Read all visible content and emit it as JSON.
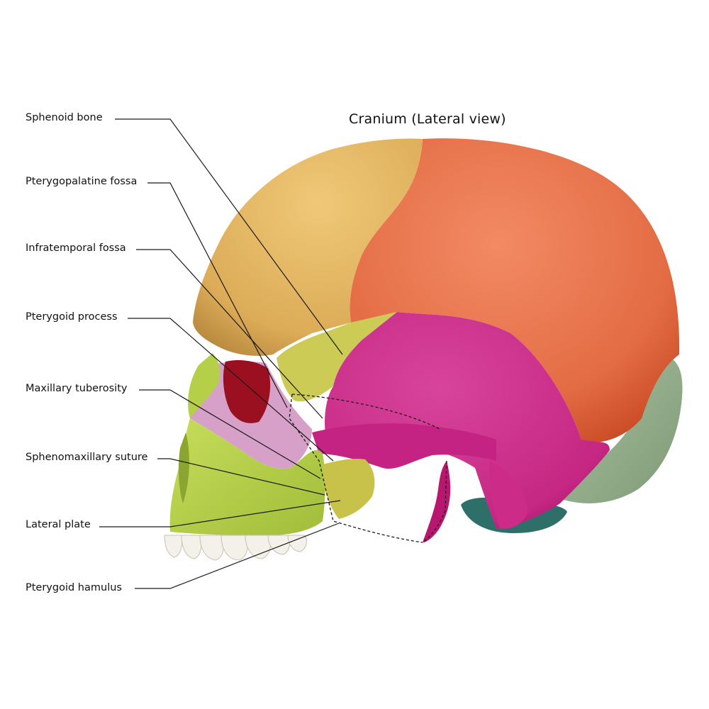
{
  "diagram": {
    "title": "Cranium (Lateral view)",
    "labels": [
      "Sphenoid bone",
      "Pterygopalatine fossa",
      "Infratemporal fossa",
      "Pterygoid process",
      "Maxillary tuberosity",
      "Sphenomaxillary suture",
      "Lateral plate",
      "Pterygoid hamulus"
    ]
  },
  "colors": {
    "parietal": "#e8774f",
    "frontal": "#e5b661",
    "sphenoid": "#c81f84",
    "temporal": "#d0308f",
    "maxilla": "#b8d34a",
    "zygomatic": "#d59cc4",
    "occipital": "#93ac8a",
    "greater_wing": "#cfcc52",
    "teeth": "#f4f1ea",
    "leader_line": "#1a1a1a"
  }
}
